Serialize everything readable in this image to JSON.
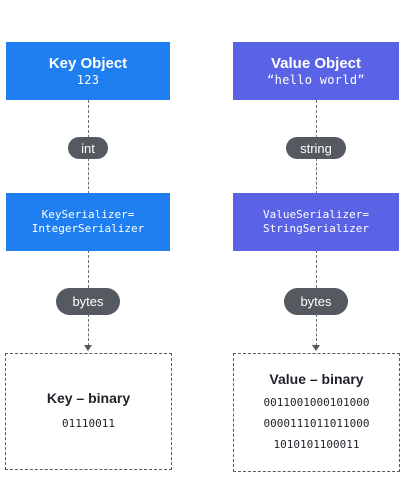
{
  "key_column": {
    "object": {
      "title": "Key Object",
      "value": "123"
    },
    "type_label": "int",
    "serializer": {
      "line1": "KeySerializer=",
      "line2": "IntegerSerializer"
    },
    "bytes_label": "bytes",
    "binary": {
      "title": "Key – binary",
      "lines": [
        "01110011"
      ]
    }
  },
  "value_column": {
    "object": {
      "title": "Value Object",
      "value": "“hello world”"
    },
    "type_label": "string",
    "serializer": {
      "line1": "ValueSerializer=",
      "line2": "StringSerializer"
    },
    "bytes_label": "bytes",
    "binary": {
      "title": "Value – binary",
      "lines": [
        "0011001000101000",
        "0000111011011000",
        "1010101100011"
      ]
    }
  },
  "colors": {
    "key_blue": "#1f7ef0",
    "value_purple": "#5a63e6",
    "pill_gray": "#555a61"
  }
}
